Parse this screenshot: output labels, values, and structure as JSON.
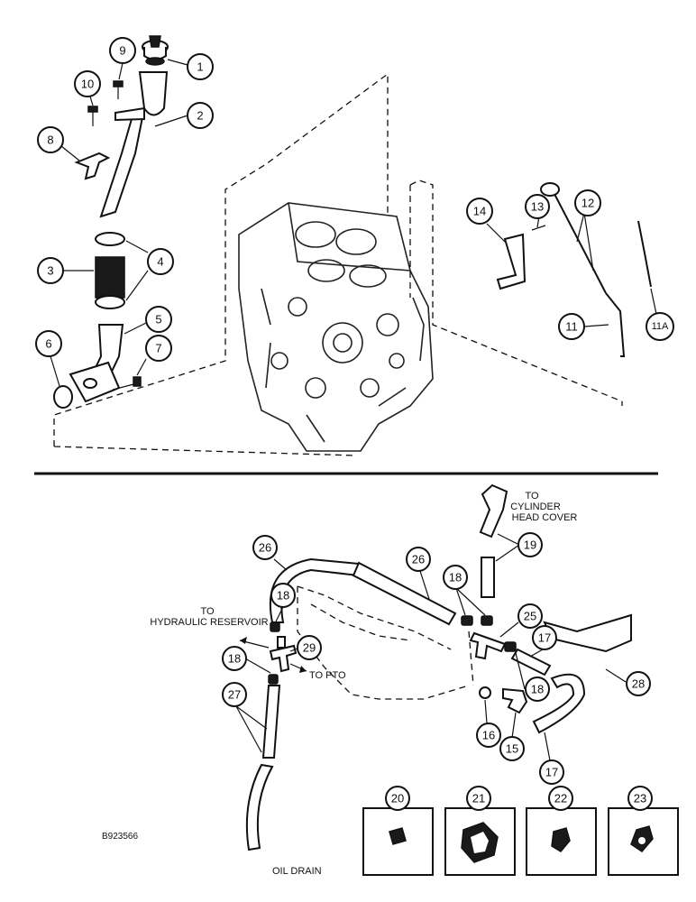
{
  "callouts": {
    "c1": "1",
    "c2": "2",
    "c3": "3",
    "c4": "4",
    "c5": "5",
    "c6": "6",
    "c7": "7",
    "c8": "8",
    "c9": "9",
    "c10": "10",
    "c11": "11",
    "c11a": "11A",
    "c12": "12",
    "c13": "13",
    "c14": "14",
    "c15": "15",
    "c16": "16",
    "c17a": "17",
    "c17b": "17",
    "c18a": "18",
    "c18b": "18",
    "c18c": "18",
    "c18d": "18",
    "c19": "19",
    "c20": "20",
    "c21": "21",
    "c22": "22",
    "c23": "23",
    "c25": "25",
    "c26a": "26",
    "c26b": "26",
    "c27": "27",
    "c28": "28",
    "c29": "29"
  },
  "labels": {
    "to_cylinder_1": "TO",
    "to_cylinder_2": "CYLINDER",
    "to_cylinder_3": "HEAD COVER",
    "to_hydraulic_1": "TO",
    "to_hydraulic_2": "HYDRAULIC RESERVOIR",
    "to_pto": "TO PTO",
    "oil_drain": "OIL DRAIN",
    "figure_id": "B923566"
  }
}
